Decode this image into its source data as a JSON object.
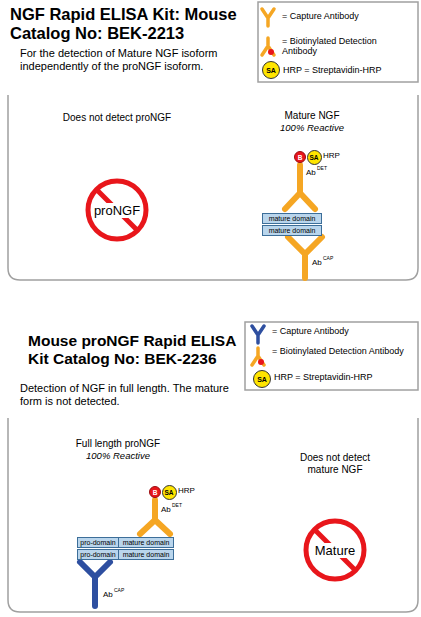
{
  "diagram": {
    "title": "NGF Rapid ELISA Kit: Mouse Catalog No: BEK-2213",
    "nodes": [
      {
        "text": [
          "SA"
        ]
      },
      {
        "text": [
          "proNGF"
        ]
      },
      {
        "text": [
          "B"
        ]
      },
      {
        "text": [
          "SA"
        ]
      },
      {
        "text": [
          "mature domain"
        ]
      },
      {
        "text": [
          "mature domain"
        ]
      },
      {
        "text": [
          "SA"
        ]
      },
      {
        "text": [
          "B"
        ]
      },
      {
        "text": [
          "SA"
        ]
      },
      {
        "text": [
          "pro-domain"
        ]
      },
      {
        "text": [
          "mature domain"
        ]
      },
      {
        "text": [
          "pro-domain"
        ]
      },
      {
        "text": [
          "mature domain"
        ]
      },
      {
        "text": [
          "Mature"
        ]
      }
    ],
    "labels": [
      "For the detection of Mature NGF isoform independently of the proNGF isoform.",
      "Does not detect proNGF",
      "Mature NGF",
      "100% Reactive",
      "HRP",
      "Ab",
      "DET",
      "Ab",
      "CAP",
      "Mouse proNGF Rapid ELISA Kit Catalog No: BEK-2236",
      "Detection of NGF in full length. The mature form is not detected.",
      "Full length proNGF",
      "100% Reactive",
      "HRP",
      "Ab",
      "DET",
      "Ab",
      "CAP",
      "Does not detect mature NGF"
    ],
    "legend": [
      {
        "text": "= Capture Antibody"
      },
      {
        "text": "= Biotinylated Detection Antibody"
      },
      {
        "text": "HRP = Streptavidin-HRP"
      },
      {
        "text": "= Capture Antibody"
      },
      {
        "text": "= Biotinylated Detection Antibody"
      },
      {
        "text": "HRP = Streptavidin-HRP"
      }
    ]
  }
}
